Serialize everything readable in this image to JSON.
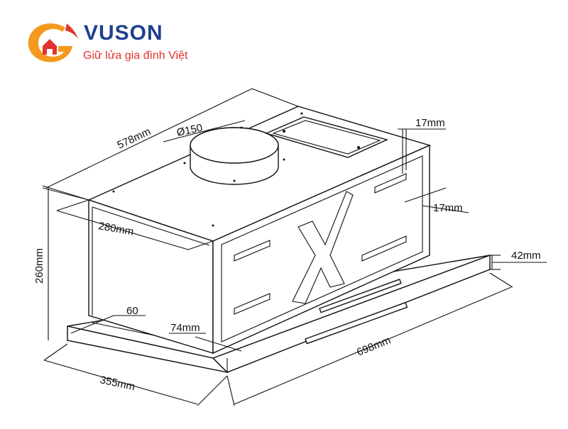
{
  "brand": {
    "name": "VUSON",
    "slogan": "Giữ lửa gia đình Việt",
    "colors": {
      "primary": "#1f3f8f",
      "accent": "#e2322b",
      "orange": "#f39a1e"
    }
  },
  "dimensions": {
    "depth_top": "578mm",
    "duct_diameter": "Ø150",
    "panel_offset_top": "17mm",
    "panel_offset_side": "17mm",
    "body_depth": "280mm",
    "height": "260mm",
    "trim_height": "42mm",
    "front_offset": "60",
    "trim_offset": "74mm",
    "width": "698mm",
    "base_depth": "355mm"
  }
}
